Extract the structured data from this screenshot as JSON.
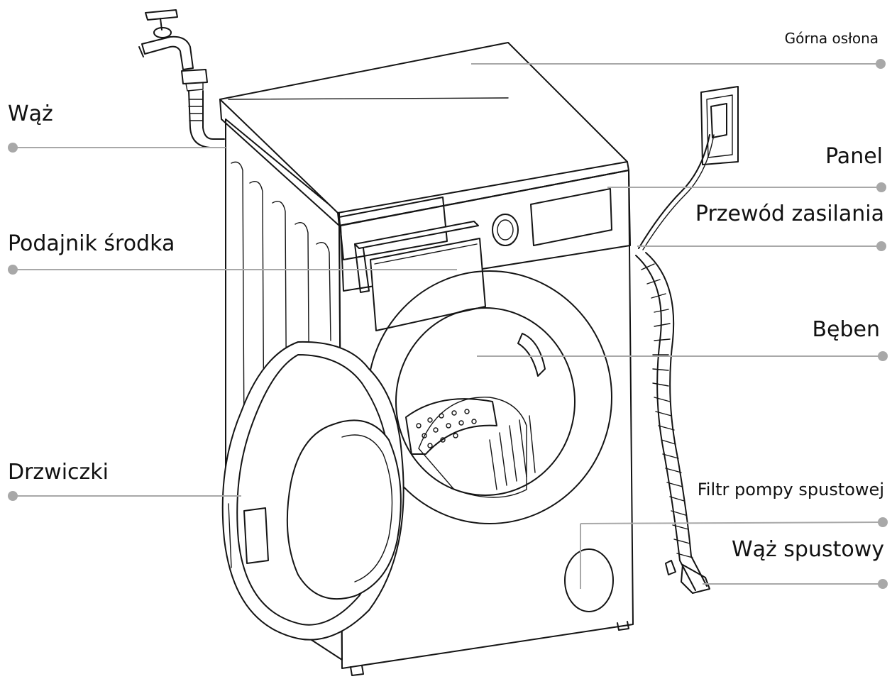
{
  "labels": {
    "gorna_oslona": "Górna osłona",
    "waz": "Wąż",
    "panel": "Panel",
    "przewod_zasilania": "Przewód zasilania",
    "podajnik_srodka": "Podajnik środka",
    "beben": "Bęben",
    "drzwiczki": "Drzwiczki",
    "filtr_pompy": "Filtr pompy spustowej",
    "waz_spustowy": "Wąż spustowy"
  },
  "colors": {
    "leader": "#a8a8a8",
    "ink": "#141414",
    "text": "#111111",
    "background": "#ffffff"
  }
}
